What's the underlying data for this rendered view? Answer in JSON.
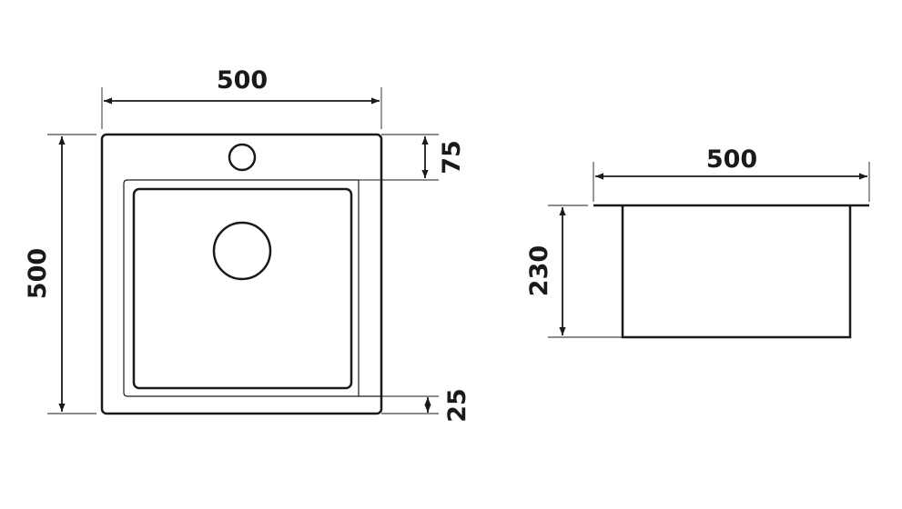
{
  "diagram": {
    "top_view": {
      "width_label": "500",
      "height_label": "500",
      "faucet_offset_label": "75",
      "bottom_rim_label": "25"
    },
    "side_view": {
      "width_label": "500",
      "depth_label": "230"
    },
    "colors": {
      "stroke": "#1a1a1a",
      "background": "#ffffff"
    }
  }
}
